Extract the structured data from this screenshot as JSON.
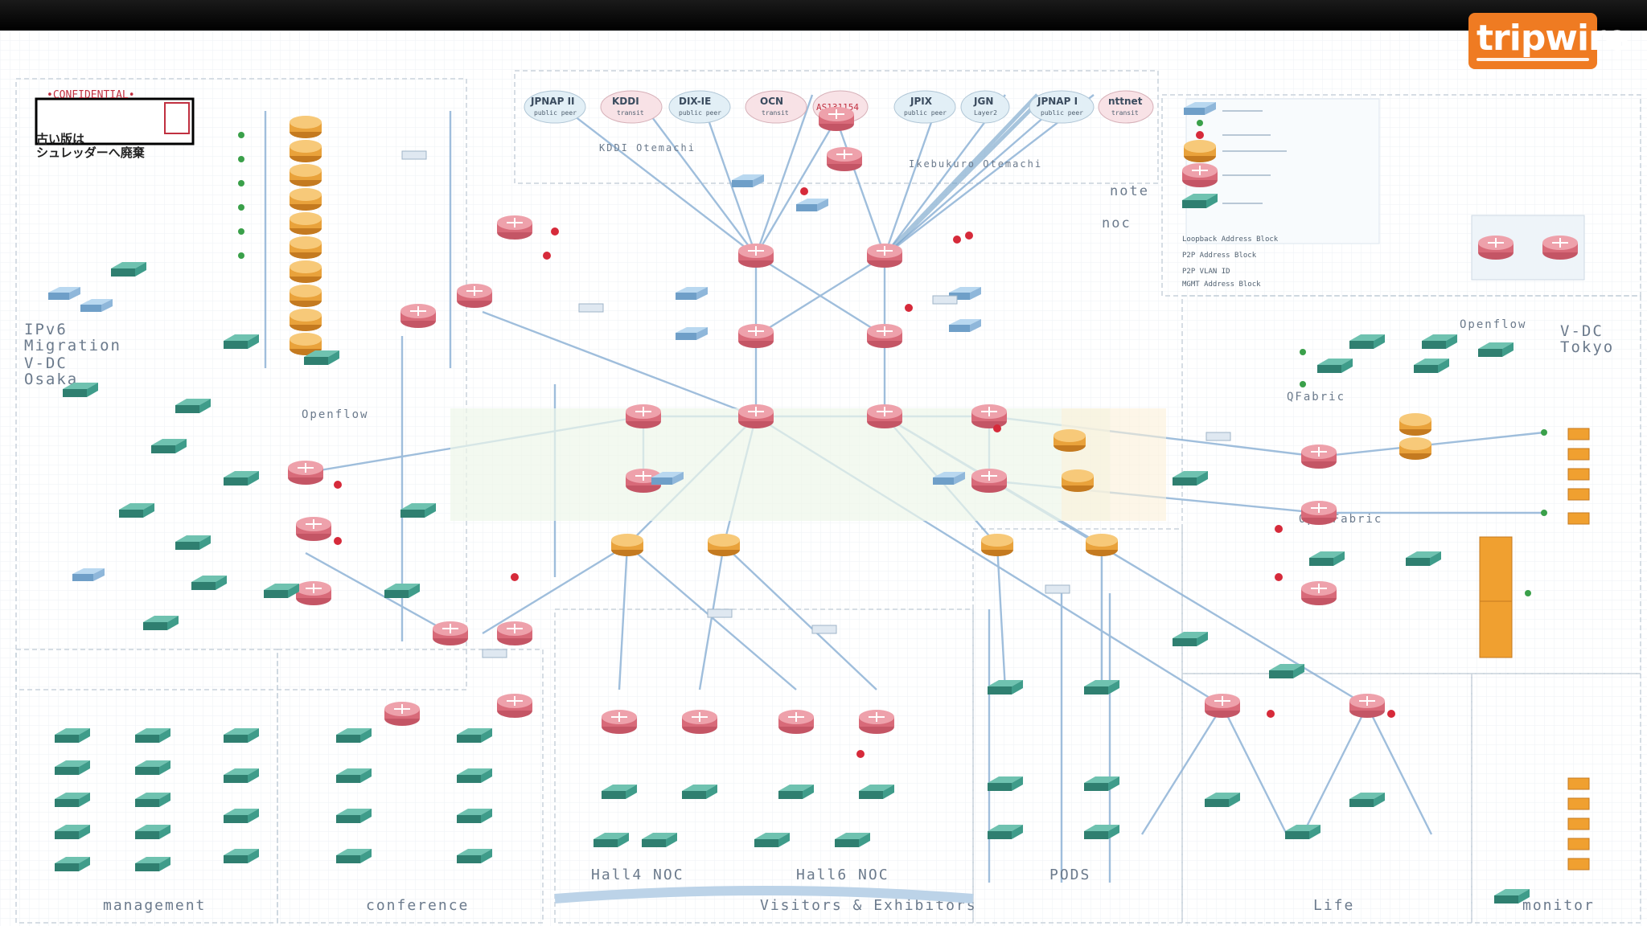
{
  "brand": {
    "logo_text": "tripwire",
    "accent": "#ef7b22"
  },
  "confidential": {
    "stamp": "•CONFIDENTIAL•",
    "notice_line1": "古い版は",
    "notice_line2": "シュレッダーへ廃棄"
  },
  "zones": {
    "ipv6": "IPv6\nMigration",
    "ipv6_l1": "IPv6",
    "ipv6_l2": "Migration",
    "vdc_osaka_l1": "V-DC",
    "vdc_osaka_l2": "Osaka",
    "vdc_tokyo_l1": "V-DC",
    "vdc_tokyo_l2": "Tokyo",
    "note": "note",
    "noc": "noc",
    "openflow_left": "Openflow",
    "openflow_right": "Openflow",
    "qfabric": "QFabric",
    "openfabric": "OpenFabric",
    "management": "management",
    "conference": "conference",
    "hall4": "Hall4 NOC",
    "hall6": "Hall6 NOC",
    "visitors": "Visitors & Exhibitors",
    "pods": "PODS",
    "life": "Life",
    "monitor": "monitor",
    "kddi_otemachi": "KDDI Otemachi",
    "ikebukuro": "Ikebukuro Otemachi"
  },
  "peers": [
    {
      "name": "JPNAP II",
      "type": "public peer"
    },
    {
      "name": "KDDI",
      "type": "transit"
    },
    {
      "name": "DIX-IE",
      "type": "public peer"
    },
    {
      "name": "OCN",
      "type": "transit"
    },
    {
      "name": "AS131154",
      "type": ""
    },
    {
      "name": "JPIX",
      "type": "public peer"
    },
    {
      "name": "JGN",
      "type": "Layer2"
    },
    {
      "name": "JPNAP I",
      "type": "public peer"
    },
    {
      "name": "nttnet",
      "type": "transit"
    }
  ],
  "legend": {
    "rows": [
      "Loopback Address Block",
      "P2P Address Block",
      "P2P VLAN ID",
      "MGMT Address Block"
    ]
  },
  "colors": {
    "router": "#e07a86",
    "switch": "#3f9c8a",
    "core": "#e9a23b",
    "link": "#8fb3d6",
    "server": "#f0a030"
  }
}
